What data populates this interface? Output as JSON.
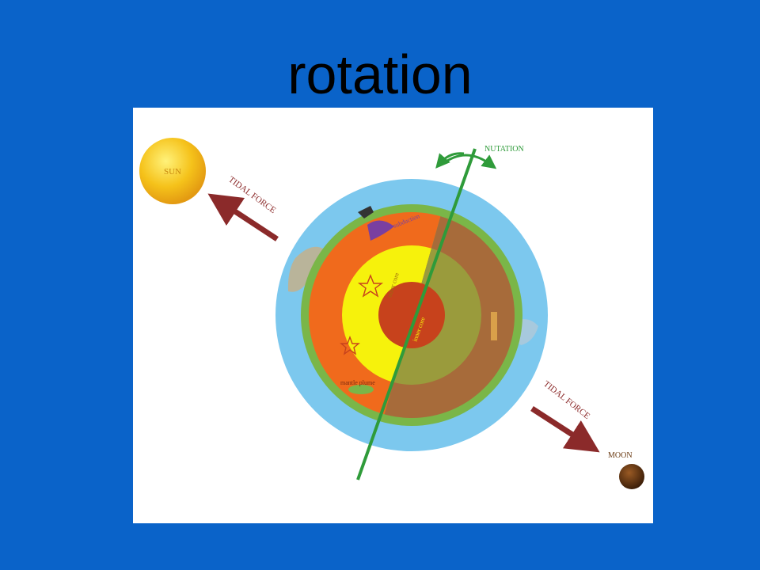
{
  "slide": {
    "title": "rotation"
  },
  "diagram": {
    "labels": {
      "sun": "SUN",
      "moon": "MOON",
      "nutation": "NUTATION",
      "tidal_force_sun": "TIDAL FORCE",
      "tidal_force_moon": "TIDAL FORCE",
      "inner_core": "inner core",
      "outer_core": "outer core",
      "mantle_plume": "mantle plume",
      "subduction": "subduction"
    },
    "colors": {
      "background": "#0a63c9",
      "ocean": "#7cc8ee",
      "crust": "#7ab648",
      "mantle_left": "#f06a1c",
      "mantle_right": "#a76b3a",
      "outer_core_left": "#f6f20c",
      "outer_core_right": "#9a9b3c",
      "inner_core": "#c7421c",
      "axis": "#2f9b3a",
      "arrow": "#8b2a2a",
      "sun": "#f5c21a",
      "moon": "#6a3a12"
    }
  }
}
